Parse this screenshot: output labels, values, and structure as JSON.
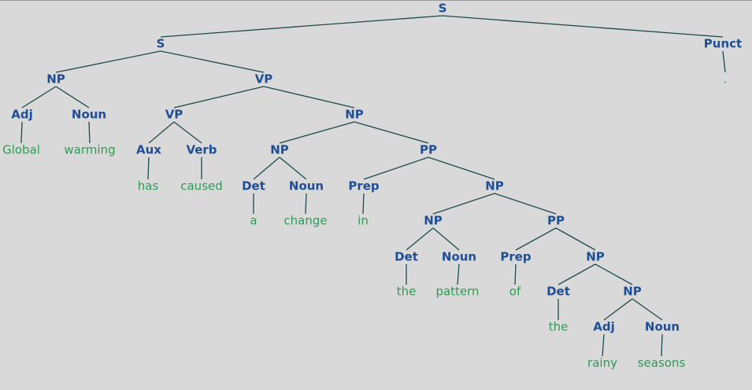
{
  "tree": {
    "nodes": [
      {
        "id": "n0",
        "label": "S",
        "kind": "cat"
      },
      {
        "id": "n1",
        "label": "S",
        "kind": "cat"
      },
      {
        "id": "n2",
        "label": "Punct",
        "kind": "cat"
      },
      {
        "id": "n3",
        "label": ".",
        "kind": "word"
      },
      {
        "id": "n4",
        "label": "NP",
        "kind": "cat"
      },
      {
        "id": "n5",
        "label": "VP",
        "kind": "cat"
      },
      {
        "id": "n6",
        "label": "Adj",
        "kind": "cat"
      },
      {
        "id": "n7",
        "label": "Noun",
        "kind": "cat"
      },
      {
        "id": "n8",
        "label": "Global",
        "kind": "word"
      },
      {
        "id": "n9",
        "label": "warming",
        "kind": "word"
      },
      {
        "id": "n10",
        "label": "VP",
        "kind": "cat"
      },
      {
        "id": "n11",
        "label": "NP",
        "kind": "cat"
      },
      {
        "id": "n12",
        "label": "Aux",
        "kind": "cat"
      },
      {
        "id": "n13",
        "label": "Verb",
        "kind": "cat"
      },
      {
        "id": "n14",
        "label": "has",
        "kind": "word"
      },
      {
        "id": "n15",
        "label": "caused",
        "kind": "word"
      },
      {
        "id": "n16",
        "label": "NP",
        "kind": "cat"
      },
      {
        "id": "n17",
        "label": "PP",
        "kind": "cat"
      },
      {
        "id": "n18",
        "label": "Det",
        "kind": "cat"
      },
      {
        "id": "n19",
        "label": "Noun",
        "kind": "cat"
      },
      {
        "id": "n20",
        "label": "a",
        "kind": "word"
      },
      {
        "id": "n21",
        "label": "change",
        "kind": "word"
      },
      {
        "id": "n22",
        "label": "Prep",
        "kind": "cat"
      },
      {
        "id": "n23",
        "label": "NP",
        "kind": "cat"
      },
      {
        "id": "n24",
        "label": "in",
        "kind": "word"
      },
      {
        "id": "n25",
        "label": "NP",
        "kind": "cat"
      },
      {
        "id": "n26",
        "label": "PP",
        "kind": "cat"
      },
      {
        "id": "n27",
        "label": "Det",
        "kind": "cat"
      },
      {
        "id": "n28",
        "label": "Noun",
        "kind": "cat"
      },
      {
        "id": "n29",
        "label": "the",
        "kind": "word"
      },
      {
        "id": "n30",
        "label": "pattern",
        "kind": "word"
      },
      {
        "id": "n31",
        "label": "Prep",
        "kind": "cat"
      },
      {
        "id": "n32",
        "label": "NP",
        "kind": "cat"
      },
      {
        "id": "n33",
        "label": "of",
        "kind": "word"
      },
      {
        "id": "n34",
        "label": "Det",
        "kind": "cat"
      },
      {
        "id": "n35",
        "label": "NP",
        "kind": "cat"
      },
      {
        "id": "n36",
        "label": "the",
        "kind": "word"
      },
      {
        "id": "n37",
        "label": "Adj",
        "kind": "cat"
      },
      {
        "id": "n38",
        "label": "Noun",
        "kind": "cat"
      },
      {
        "id": "n39",
        "label": "rainy",
        "kind": "word"
      },
      {
        "id": "n40",
        "label": "seasons",
        "kind": "word"
      }
    ],
    "edges": [
      [
        "n0",
        "n1"
      ],
      [
        "n0",
        "n2"
      ],
      [
        "n2",
        "n3"
      ],
      [
        "n1",
        "n4"
      ],
      [
        "n1",
        "n5"
      ],
      [
        "n4",
        "n6"
      ],
      [
        "n4",
        "n7"
      ],
      [
        "n6",
        "n8"
      ],
      [
        "n7",
        "n9"
      ],
      [
        "n5",
        "n10"
      ],
      [
        "n5",
        "n11"
      ],
      [
        "n10",
        "n12"
      ],
      [
        "n10",
        "n13"
      ],
      [
        "n12",
        "n14"
      ],
      [
        "n13",
        "n15"
      ],
      [
        "n11",
        "n16"
      ],
      [
        "n11",
        "n17"
      ],
      [
        "n16",
        "n18"
      ],
      [
        "n16",
        "n19"
      ],
      [
        "n18",
        "n20"
      ],
      [
        "n19",
        "n21"
      ],
      [
        "n17",
        "n22"
      ],
      [
        "n17",
        "n23"
      ],
      [
        "n22",
        "n24"
      ],
      [
        "n23",
        "n25"
      ],
      [
        "n23",
        "n26"
      ],
      [
        "n25",
        "n27"
      ],
      [
        "n25",
        "n28"
      ],
      [
        "n27",
        "n29"
      ],
      [
        "n28",
        "n30"
      ],
      [
        "n26",
        "n31"
      ],
      [
        "n26",
        "n32"
      ],
      [
        "n31",
        "n33"
      ],
      [
        "n32",
        "n34"
      ],
      [
        "n32",
        "n35"
      ],
      [
        "n34",
        "n36"
      ],
      [
        "n35",
        "n37"
      ],
      [
        "n35",
        "n38"
      ],
      [
        "n37",
        "n39"
      ],
      [
        "n38",
        "n40"
      ]
    ]
  }
}
